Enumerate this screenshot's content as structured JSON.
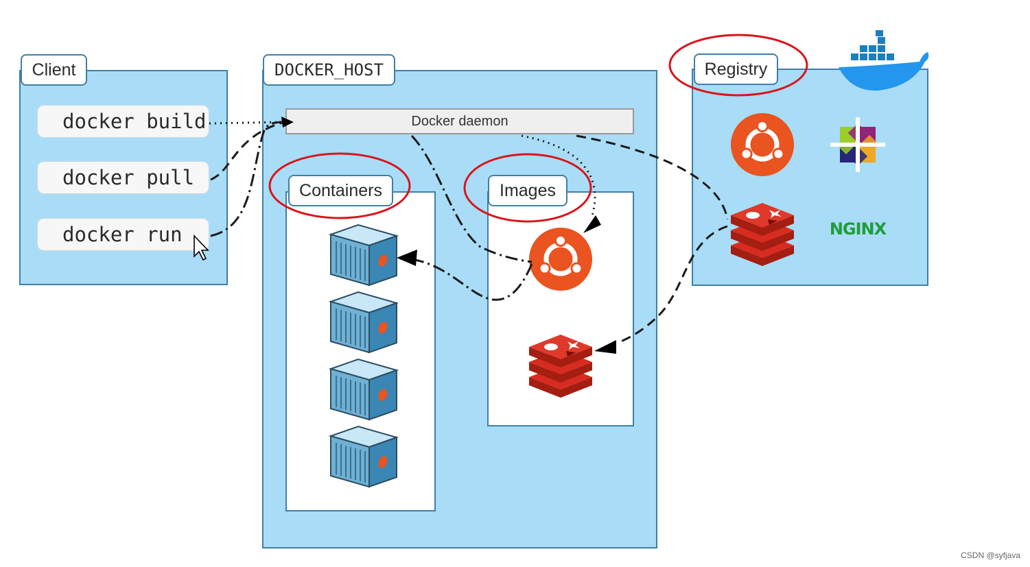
{
  "client": {
    "title": "Client",
    "commands": [
      "docker build",
      "docker pull",
      "docker run"
    ]
  },
  "docker_host": {
    "title": "DOCKER_HOST",
    "daemon_label": "Docker daemon",
    "containers_label": "Containers",
    "images_label": "Images"
  },
  "registry": {
    "title": "Registry",
    "nginx_label": "NGINX"
  },
  "watermark": "CSDN @syfjava",
  "colors": {
    "panel_fill": "#a9dcf6",
    "panel_border": "#3f7fa8",
    "highlight_ellipse": "#d9141b",
    "ubuntu_orange": "#e95420",
    "redis_red": "#d82c20",
    "nginx_green": "#1f9d3a",
    "docker_blue": "#2496ed"
  },
  "icons": [
    "cursor-icon",
    "ubuntu-icon",
    "centos-icon",
    "redis-icon",
    "nginx-logo",
    "docker-whale-icon",
    "container-icon"
  ]
}
